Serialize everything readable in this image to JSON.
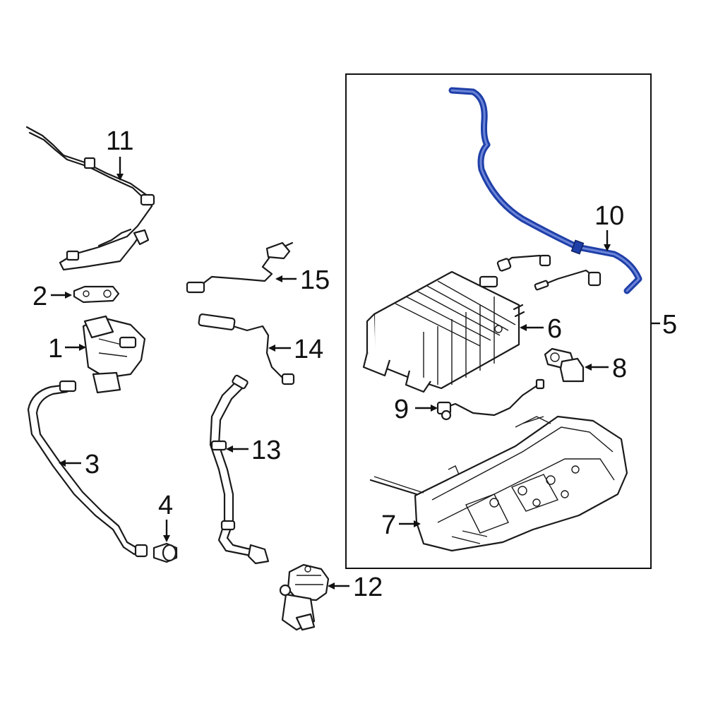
{
  "callouts": {
    "c1": "1",
    "c2": "2",
    "c3": "3",
    "c4": "4",
    "c5": "5",
    "c6": "6",
    "c7": "7",
    "c8": "8",
    "c9": "9",
    "c10": "10",
    "c11": "11",
    "c12": "12",
    "c13": "13",
    "c14": "14",
    "c15": "15"
  },
  "colors": {
    "highlight": "#1f3fa8",
    "line": "#1a1a1a",
    "background": "#ffffff"
  }
}
